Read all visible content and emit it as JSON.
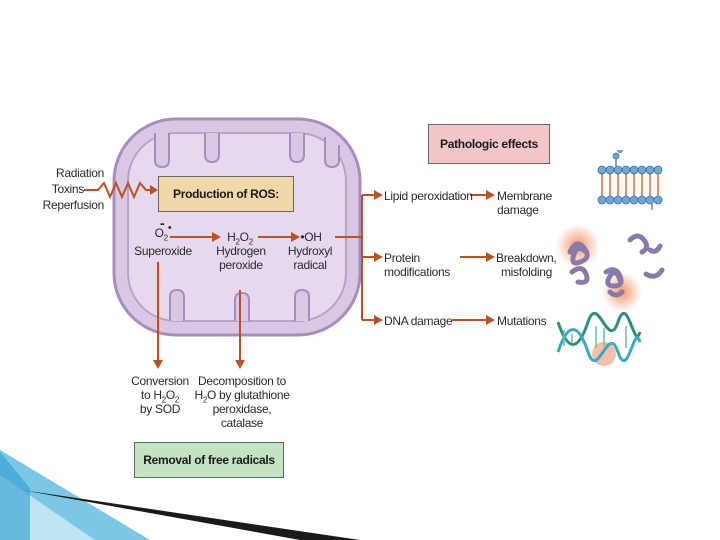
{
  "stimuli": [
    "Radiation",
    "Toxins",
    "Reperfusion"
  ],
  "production_box": "Production of ROS:",
  "species": [
    {
      "formula": "O2•",
      "name": "Superoxide"
    },
    {
      "formula": "H2O2",
      "name": "Hydrogen peroxide"
    },
    {
      "formula": "•OH",
      "name": "Hydroxyl radical"
    }
  ],
  "removal": {
    "superoxide_note": "Conversion to H2O2 by SOD",
    "peroxide_note": "Decomposition to H2O by glutathione peroxidase, catalase",
    "box_label": "Removal of free radicals"
  },
  "pathologic": {
    "header": "Pathologic effects",
    "rows": [
      {
        "cause": "Lipid peroxidation",
        "effect": "Membrane damage"
      },
      {
        "cause": "Protein modifications",
        "effect": "Breakdown, misfolding"
      },
      {
        "cause": "DNA damage",
        "effect": "Mutations"
      }
    ]
  },
  "colors": {
    "cell_fill": "#d9c8e4",
    "cell_border": "#a78cbe",
    "box_fill": "#f1d8a8",
    "pathologic_fill": "#f2c5c8",
    "removal_fill": "#c3e3c2",
    "arrow": "#c0501f",
    "slide_accent": "#3aa0d0"
  }
}
